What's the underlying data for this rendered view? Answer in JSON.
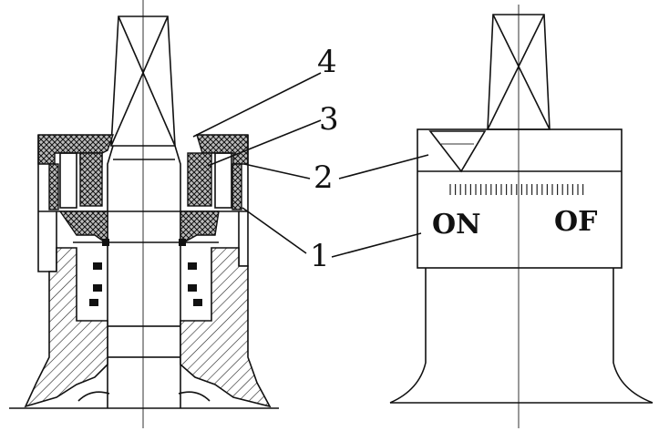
{
  "callouts": {
    "c1": "1",
    "c2": "2",
    "c3": "3",
    "c4": "4"
  },
  "dial": {
    "on_label": "ON",
    "off_label": "OF"
  },
  "colors": {
    "ink": "#111111",
    "background": "#ffffff"
  }
}
